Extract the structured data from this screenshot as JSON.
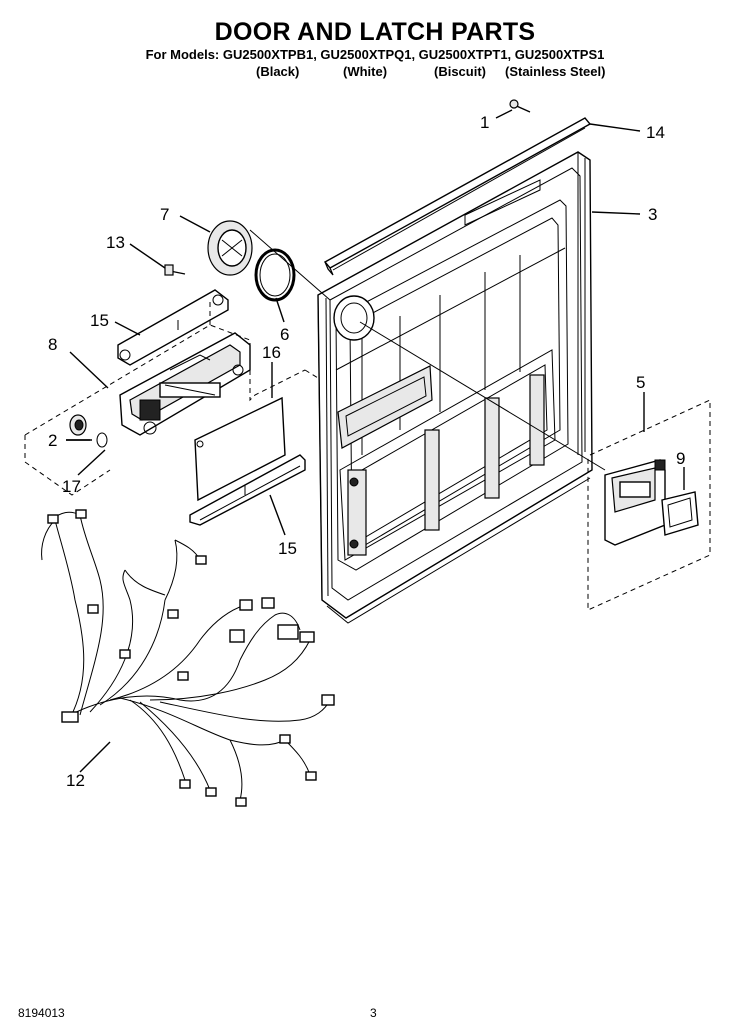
{
  "header": {
    "title": "DOOR AND LATCH PARTS",
    "models_line": "For Models: GU2500XTPB1, GU2500XTPQ1, GU2500XTPT1, GU2500XTPS1",
    "variants": [
      "(Black)",
      "(White)",
      "(Biscuit)",
      "(Stainless Steel)"
    ]
  },
  "callouts": {
    "c1": "1",
    "c14": "14",
    "c3": "3",
    "c7": "7",
    "c13": "13",
    "c6": "6",
    "c15a": "15",
    "c8": "8",
    "c16": "16",
    "c5": "5",
    "c2": "2",
    "c9": "9",
    "c17": "17",
    "c15b": "15",
    "c12": "12"
  },
  "footer": {
    "part_number": "8194013",
    "page_number": "3"
  }
}
